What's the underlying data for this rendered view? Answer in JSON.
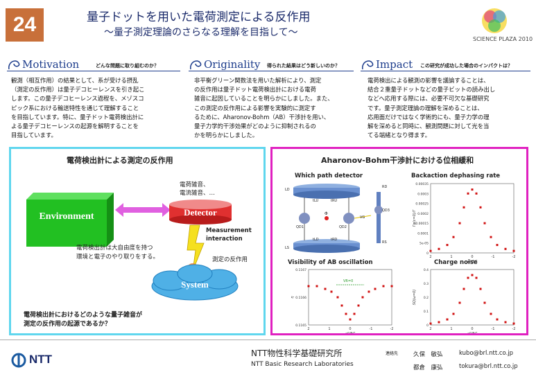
{
  "poster": {
    "number": "24",
    "title": "量子ドットを用いた電荷測定による反作用",
    "subtitle": "～量子測定理論のさらなる理解を目指して～",
    "brand": "SCIENCE PLAZA 2010"
  },
  "sections": {
    "motivation": {
      "heading": "Motivation",
      "question": "どんな問題に取り組むのか？",
      "lines": [
        "観測（相互作用）の結果として、系が受ける摂乱",
        "（測定の反作用）は量子デコヒーレンスを引き起こ",
        "します。この量子デコヒーレンス過程を、メゾスコ",
        "ピック系における輸送特性を通じて理解すること",
        "を目指しています。特に、量子ドット電荷検出計に",
        "よる量子デコヒーレンスの起源を解明することを",
        "目指しています。"
      ]
    },
    "originality": {
      "heading": "Originality",
      "question": "得られた結果はどう新しいのか？",
      "lines": [
        "非平衡グリーン関数法を用いた解析により、測定",
        "の反作用は量子ドット電荷検出計における電荷",
        "雑音に起因していることを明らかにしました。また、",
        "この測定の反作用による影響を実験的に測定す",
        "るために、Aharonov-Bohm（AB）干渉計を用い、",
        "量子力学的干渉効果がどのように抑制されるの",
        "かを明らかにしました。"
      ]
    },
    "impact": {
      "heading": "Impact",
      "question": "この研究が成功した場合のインパクトは？",
      "lines": [
        "電荷検出による観測の影響を議論することは、",
        "結合２重量子ドットなどの量子ビットの読み出し",
        "などへ応用する際には、必要不可欠な基礎研究",
        "です。量子測定理論の理解を深めることは、",
        "応用面だけではなく学術的にも、量子力学の理",
        "解を深めると同時に、観測問題に対して光を当",
        "てる端緒となり得ます。"
      ]
    }
  },
  "left_panel": {
    "title": "電荷検出計による測定の反作用",
    "noise_line1": "電荷雑音、",
    "noise_line2": "電流雑音、…",
    "environment": "Environment",
    "detector": "Detector",
    "measurement1": "Measurement",
    "measurement2": "interaction",
    "exchange1": "電荷検出計は大自由度を持つ",
    "exchange2": "環境と電子のやり取りをする。",
    "backaction": "測定の反作用",
    "system": "System",
    "question1": "電荷検出計におけるどのような量子雑音が",
    "question2": "測定の反作用の起源であるか？"
  },
  "right_panel": {
    "title": "Aharonov-Bohm干渉計における位相緩和",
    "p1_title": "Which path detector",
    "p2_title": "Backaction dephasing rate",
    "p3_title": "Visibility of AB oscillation",
    "p4_title": "Charge noise",
    "diagram_labels": [
      "LD",
      "RD",
      "QD3",
      "QD1",
      "QD2",
      "LS",
      "RS",
      "Φ",
      "tLU",
      "tRU",
      "tLD",
      "tRD",
      "VG"
    ],
    "p2_yticks": [
      "0.00035",
      "0.0003",
      "0.00025",
      "0.0002",
      "0.00015",
      "0.0001",
      "5e-05",
      "0"
    ],
    "p3_yticks": [
      "0.1167",
      "0.1166",
      "0.1165"
    ],
    "p3_annotation": "VR=0",
    "p4_yticks": [
      "0.4",
      "0.3",
      "0.2",
      "0.1",
      "0"
    ],
    "xticks": [
      "2",
      "1",
      "0",
      "-1",
      "-2"
    ],
    "xlabel": "ε0/ħΓ",
    "p2_ylabel": "Γφ(ε=0)/Γ",
    "p3_ylabel": "η",
    "p4_ylabel": "SQ(ω=0)"
  },
  "chart_data": [
    {
      "type": "scatter",
      "title": "Backaction dephasing rate",
      "x": [
        2,
        1.6,
        1.2,
        0.9,
        0.6,
        0.4,
        0.2,
        0,
        -0.2,
        -0.4,
        -0.6,
        -0.9,
        -1.2,
        -1.6,
        -2
      ],
      "values": [
        1e-05,
        2e-05,
        4e-05,
        8e-05,
        0.00015,
        0.00023,
        0.0003,
        0.00032,
        0.0003,
        0.00023,
        0.00015,
        8e-05,
        4e-05,
        2e-05,
        1e-05
      ],
      "ylim": [
        0,
        0.00035
      ],
      "xlim": [
        2,
        -2
      ]
    },
    {
      "type": "scatter",
      "title": "Visibility of AB oscillation",
      "x": [
        2,
        1.6,
        1.2,
        0.9,
        0.6,
        0.4,
        0.2,
        0,
        -0.2,
        -0.4,
        -0.6,
        -0.9,
        -1.2,
        -1.6,
        -2
      ],
      "values": [
        0.11664,
        0.11664,
        0.11663,
        0.11662,
        0.1166,
        0.11657,
        0.11654,
        0.11652,
        0.11654,
        0.11657,
        0.1166,
        0.11662,
        0.11663,
        0.11664,
        0.11664
      ],
      "ylim": [
        0.1165,
        0.1167
      ],
      "xlim": [
        2,
        -2
      ]
    },
    {
      "type": "scatter",
      "title": "Charge noise",
      "x": [
        2,
        1.6,
        1.2,
        0.9,
        0.6,
        0.4,
        0.2,
        0,
        -0.2,
        -0.4,
        -0.6,
        -0.9,
        -1.2,
        -1.6,
        -2
      ],
      "values": [
        0.01,
        0.02,
        0.04,
        0.08,
        0.16,
        0.26,
        0.34,
        0.36,
        0.34,
        0.26,
        0.16,
        0.08,
        0.04,
        0.02,
        0.01
      ],
      "ylim": [
        0,
        0.4
      ],
      "xlim": [
        2,
        -2
      ]
    }
  ],
  "footer": {
    "ntt": "NTT",
    "lab_jp": "NTT物性科学基礎研究所",
    "lab_en": "NTT Basic Research Laboratories",
    "contact_label": "連絡先",
    "people": [
      {
        "name": "久保　敏弘",
        "email": "kubo@brl.ntt.co.jp"
      },
      {
        "name": "都倉　康弘",
        "email": "tokura@brl.ntt.co.jp"
      }
    ]
  },
  "colors": {
    "cyan_border": "#5fd6ee",
    "magenta_border": "#e020c0",
    "env_green": "#22c022",
    "detector_red": "#e03030",
    "system_blue": "#4fb0e6"
  }
}
